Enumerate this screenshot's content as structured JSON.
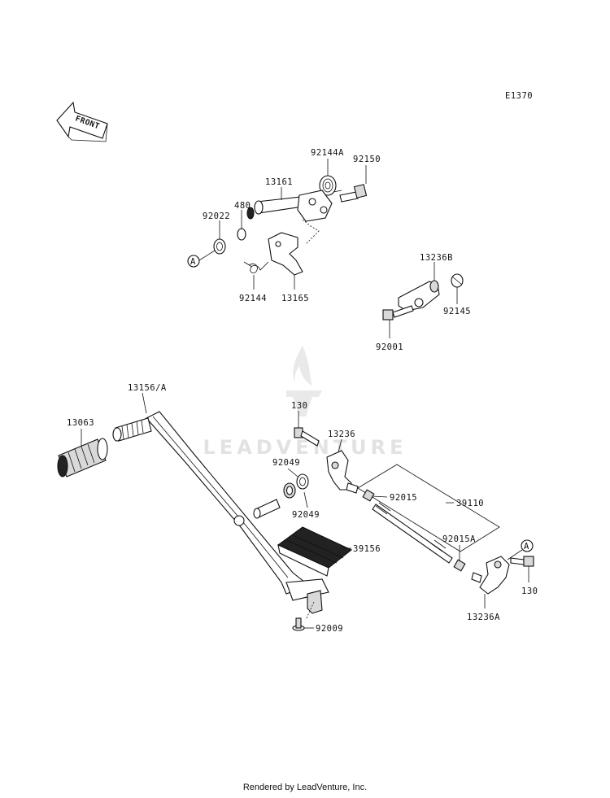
{
  "diagram_code": "E1370",
  "front_label": "FRONT",
  "watermark_text": "LEADVENTURE",
  "callouts": {
    "c92144A": "92144A",
    "c92150": "92150",
    "c13161": "13161",
    "c480": "480",
    "c92022": "92022",
    "c92144": "92144",
    "c13165": "13165",
    "c13236B": "13236B",
    "c92145": "92145",
    "c92001": "92001",
    "c13156A": "13156/A",
    "c13063": "13063",
    "c130a": "130",
    "c13236": "13236",
    "c92049a": "92049",
    "c92049b": "92049",
    "c92015": "92015",
    "c39110": "39110",
    "c92015A": "92015A",
    "c39156": "39156",
    "c130b": "130",
    "c13236A": "13236A",
    "c92009": "92009"
  },
  "ref_markers": {
    "left": "A",
    "right": "A"
  },
  "footer": "Rendered by LeadVenture, Inc."
}
